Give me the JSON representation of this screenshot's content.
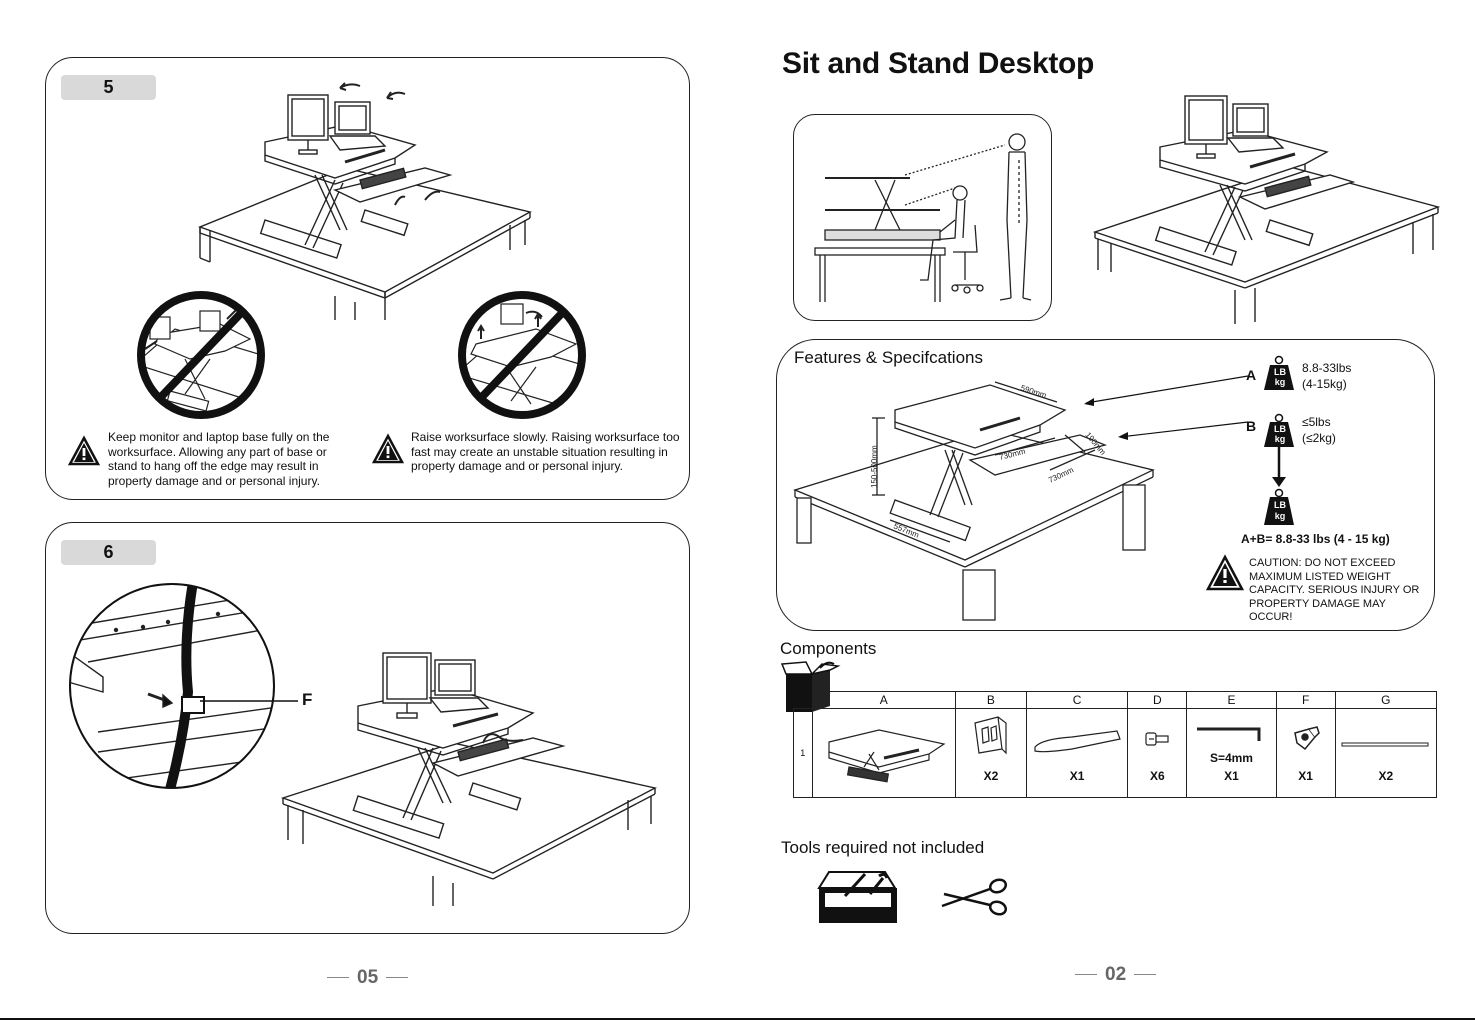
{
  "left_page": {
    "step5": {
      "label": "5",
      "warning1": "Keep monitor and laptop base fully on the worksurface. Allowing any part of base or stand to hang off the edge may result in property damage and or personal injury.",
      "warning2": "Raise worksurface slowly. Raising worksurface too fast may create an unstable situation resulting in property damage and or personal injury."
    },
    "step6": {
      "label": "6",
      "callout": "F"
    },
    "page_number": "05"
  },
  "right_page": {
    "title": "Sit and Stand Desktop",
    "features": {
      "heading": "Features & Specifcations",
      "dims": {
        "top_width": "590mm",
        "top_depth": "190mm",
        "tray_width": "730mm",
        "tray_depth": "730mm",
        "base": "557mm",
        "height": "150-500mm"
      },
      "load_a_label": "A",
      "load_a_lbs": "8.8-33lbs",
      "load_a_kg": "(4-15kg)",
      "load_b_label": "B",
      "load_b_lbs": "≤5lbs",
      "load_b_kg": "(≤2kg)",
      "weight_icon_top": "LB",
      "weight_icon_bottom": "kg",
      "total": "A+B= 8.8-33 lbs (4 - 15 kg)",
      "caution": "CAUTION:  DO NOT EXCEED MAXIMUM LISTED WEIGHT CAPACITY. SERIOUS INJURY OR PROPERTY DAMAGE MAY OCCUR!"
    },
    "components": {
      "heading": "Components",
      "row_label": "1",
      "headers": [
        "A",
        "B",
        "C",
        "D",
        "E",
        "F",
        "G"
      ],
      "quantities": [
        "",
        "X2",
        "X1",
        "X6",
        "X1",
        "X1",
        "X2"
      ],
      "e_note": "S=4mm"
    },
    "tools": {
      "heading": "Tools required not included"
    },
    "page_number": "02"
  }
}
